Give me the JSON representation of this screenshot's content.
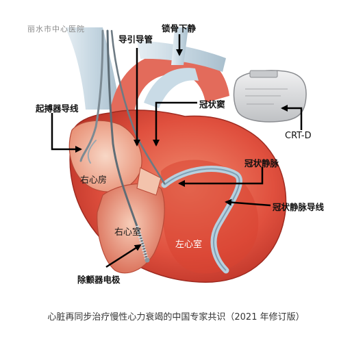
{
  "watermark": "丽水市中心医院",
  "labels": {
    "guide_catheter": "导引导管",
    "subclavian_vein": "锁骨下静",
    "pacemaker_lead": "起搏器导线",
    "coronary_sinus": "冠状窦",
    "crt_d": "CRT-D",
    "right_atrium": "右心房",
    "coronary_vein": "冠状静脉",
    "coronary_vein_lead": "冠状静脉导线",
    "right_ventricle": "右心室",
    "left_ventricle": "左心室",
    "defib_electrode": "除颤器电极"
  },
  "caption": "心脏再同步治疗慢性心力衰竭的中国专家共识（2021 年修订版）",
  "colors": {
    "heart_main": "#e24a3c",
    "heart_dark": "#b8322a",
    "heart_light": "#f2a189",
    "vessel": "#c9dbe6",
    "arrow": "#000000",
    "device": "#d9dadc"
  }
}
